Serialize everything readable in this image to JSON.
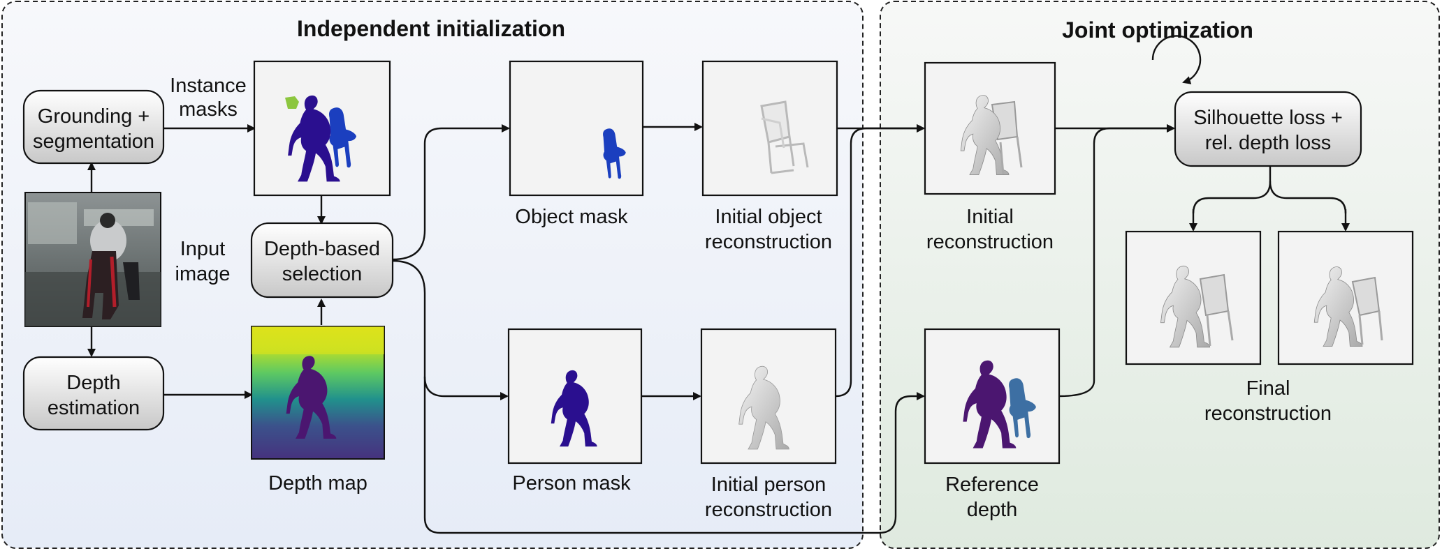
{
  "panels": {
    "left_title": "Independent initialization",
    "right_title": "Joint optimization"
  },
  "nodes": {
    "grounding": [
      "Grounding +",
      "segmentation"
    ],
    "depth_estimation": [
      "Depth",
      "estimation"
    ],
    "depth_selection": [
      "Depth-based",
      "selection"
    ],
    "losses": [
      "Silhouette loss +",
      "rel. depth loss"
    ]
  },
  "captions": {
    "instance_masks": [
      "Instance",
      "masks"
    ],
    "input_image": [
      "Input",
      "image"
    ],
    "depth_map": [
      "Depth map"
    ],
    "object_mask": [
      "Object mask"
    ],
    "person_mask": [
      "Person mask"
    ],
    "initial_object_reconstruction": [
      "Initial object",
      "reconstruction"
    ],
    "initial_person_reconstruction": [
      "Initial person",
      "reconstruction"
    ],
    "initial_reconstruction": [
      "Initial",
      "reconstruction"
    ],
    "reference_depth": [
      "Reference",
      "depth"
    ],
    "final_reconstruction": [
      "Final",
      "reconstruction"
    ]
  },
  "colors": {
    "left_panel_top": "#f7f8fb",
    "left_panel_bottom": "#e6ecf7",
    "right_panel_top": "#f7f8f7",
    "right_panel_bottom": "#dfeadf",
    "mask_person": "#2a0f8f",
    "mask_chair": "#1b3fbf",
    "mask_other": "#8cc63f",
    "depth_person": "#4b1670"
  }
}
